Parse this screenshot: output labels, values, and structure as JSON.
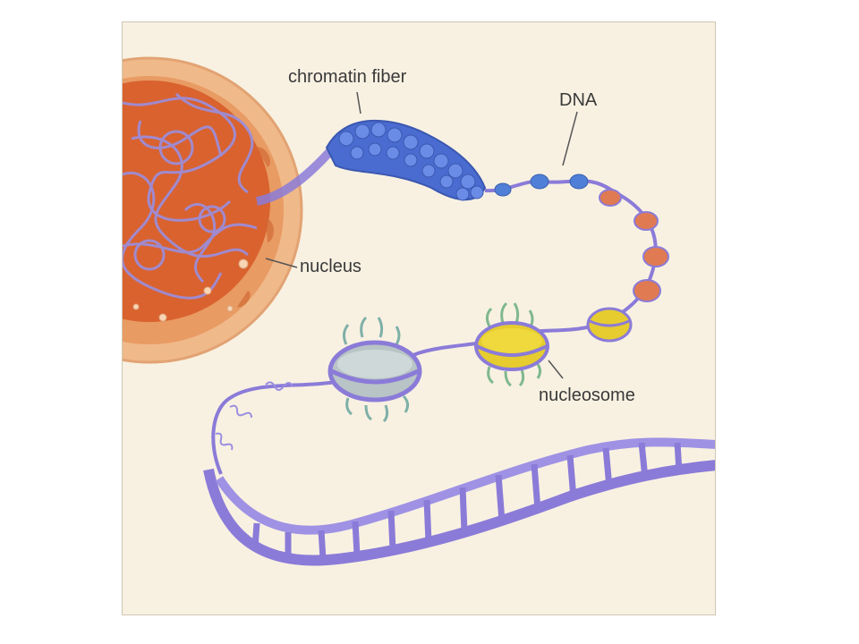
{
  "diagram": {
    "labels": {
      "chromatin_fiber": "chromatin fiber",
      "dna": "DNA",
      "nucleus": "nucleus",
      "nucleosome": "nucleosome"
    },
    "colors": {
      "background": "#f8f1e2",
      "nucleus_shell": "#f0b98a",
      "nucleus_interior": "#d9622f",
      "chromatin": "#5577d6",
      "dna_strand": "#8b7bd8",
      "histone_gray": "#b8c4c6",
      "histone_yellow": "#e6cc2e",
      "histone_orange": "#e07a52"
    }
  }
}
